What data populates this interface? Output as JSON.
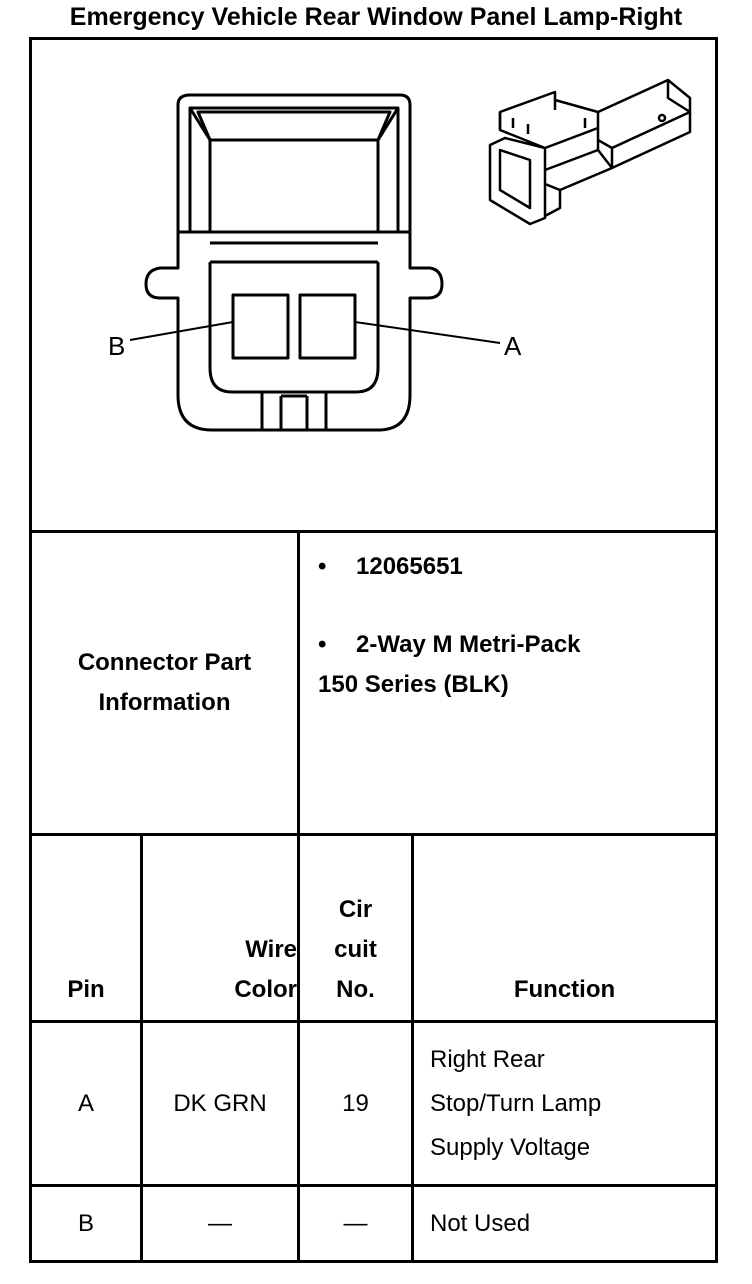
{
  "title": "Emergency Vehicle Rear Window Panel Lamp-Right",
  "diagram": {
    "pin_label_b": "B",
    "pin_label_a": "A"
  },
  "connector_info": {
    "label": "Connector Part Information",
    "bullet": "•",
    "part_number": "12065651",
    "description_line1": "2-Way M Metri-Pack",
    "description_line2": "150 Series (BLK)"
  },
  "pin_table": {
    "headers": {
      "pin": "Pin",
      "wire_color_line1": "Wire",
      "wire_color_line2": "Color",
      "circuit_line1": "Cir",
      "circuit_line2": "cuit",
      "circuit_line3": "No.",
      "function": "Function"
    },
    "rows": [
      {
        "pin": "A",
        "wire_color": "DK GRN",
        "circuit": "19",
        "function_line1": "Right Rear",
        "function_line2": "Stop/Turn Lamp",
        "function_line3": "Supply Voltage"
      },
      {
        "pin": "B",
        "wire_color": "—",
        "circuit": "—",
        "function_line1": "Not Used"
      }
    ]
  }
}
